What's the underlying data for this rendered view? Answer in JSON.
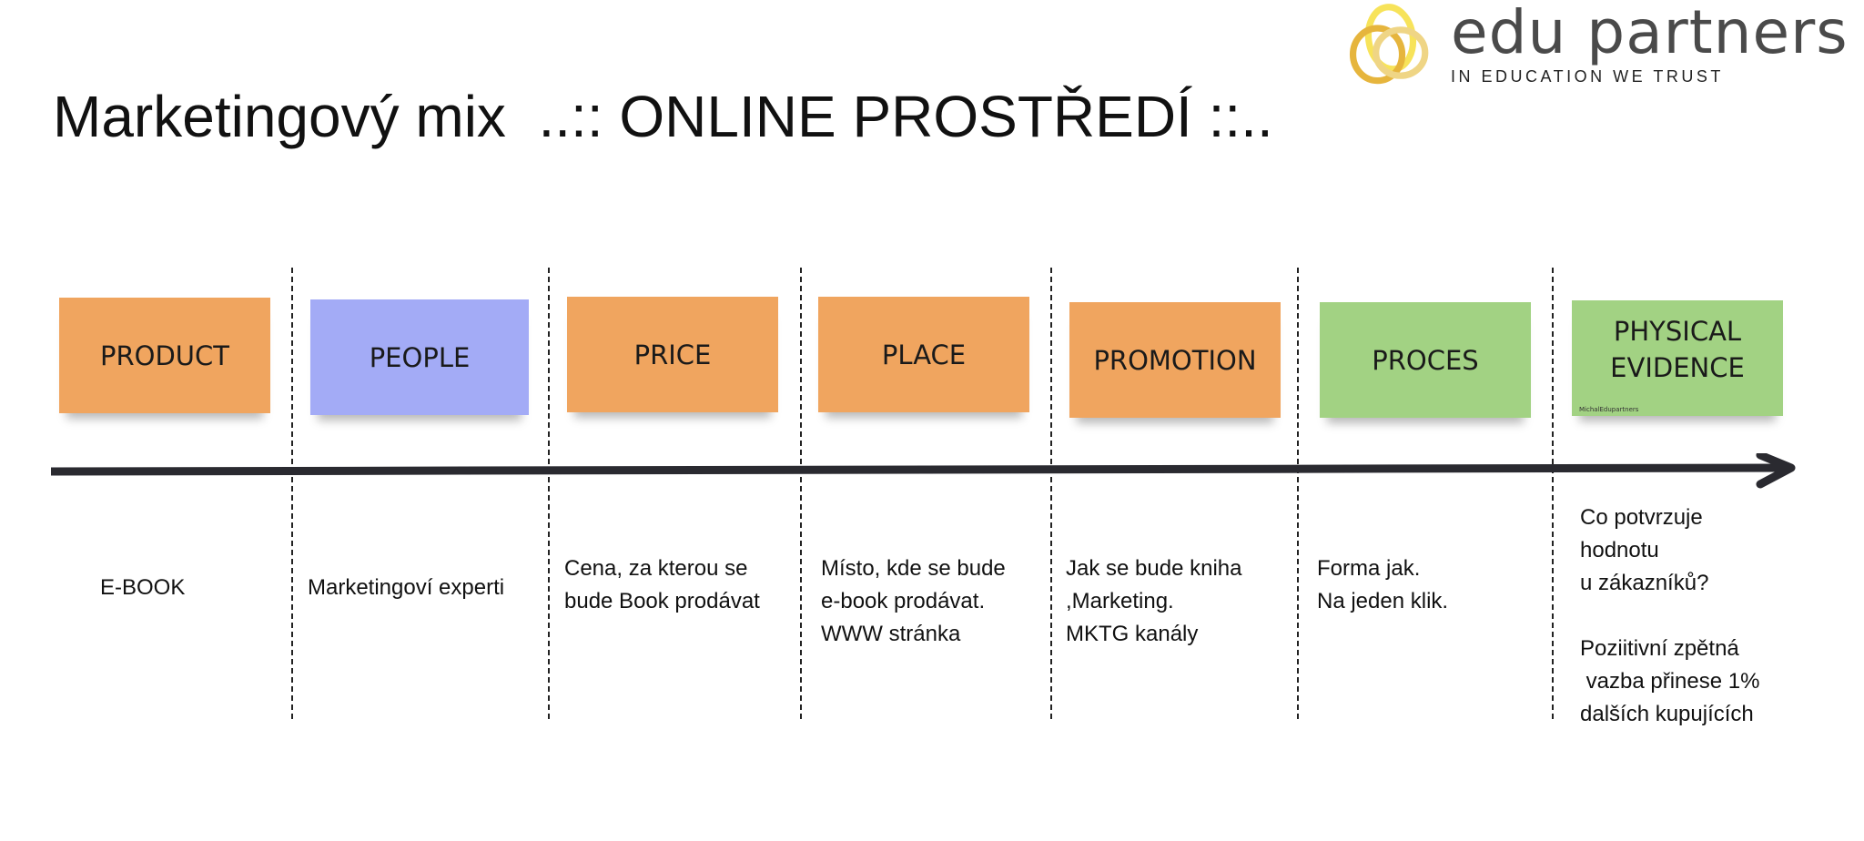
{
  "title": "Marketingový mix  ..:: ONLINE PROSTŘEDÍ ::..",
  "logo": {
    "name": "edu partners",
    "tagline": "IN EDUCATION WE TRUST"
  },
  "notes": [
    {
      "label": "PRODUCT",
      "color": "#f0a55f",
      "description": "E-BOOK"
    },
    {
      "label": "PEOPLE",
      "color": "#a3abf6",
      "description": "Marketingoví experti"
    },
    {
      "label": "PRICE",
      "color": "#f0a55f",
      "description": "Cena, za kterou se\nbude Book prodávat"
    },
    {
      "label": "PLACE",
      "color": "#f0a55f",
      "description": "Místo, kde se bude\ne-book prodávat.\nWWW stránka"
    },
    {
      "label": "PROMOTION",
      "color": "#f0a55f",
      "description": "Jak se bude kniha\n,Marketing.\nMKTG kanály"
    },
    {
      "label": "PROCES",
      "color": "#a2d283",
      "description": "Forma jak.\nNa jeden klik."
    },
    {
      "label": "PHYSICAL\nEVIDENCE",
      "color": "#a2d283",
      "description": "Co potvrzuje\nhodnotu\nu zákazníků?\n\nPoziitivní zpětná\n vazba přinese 1%\ndalších kupujících",
      "signature": "MichalEdupartners"
    }
  ]
}
